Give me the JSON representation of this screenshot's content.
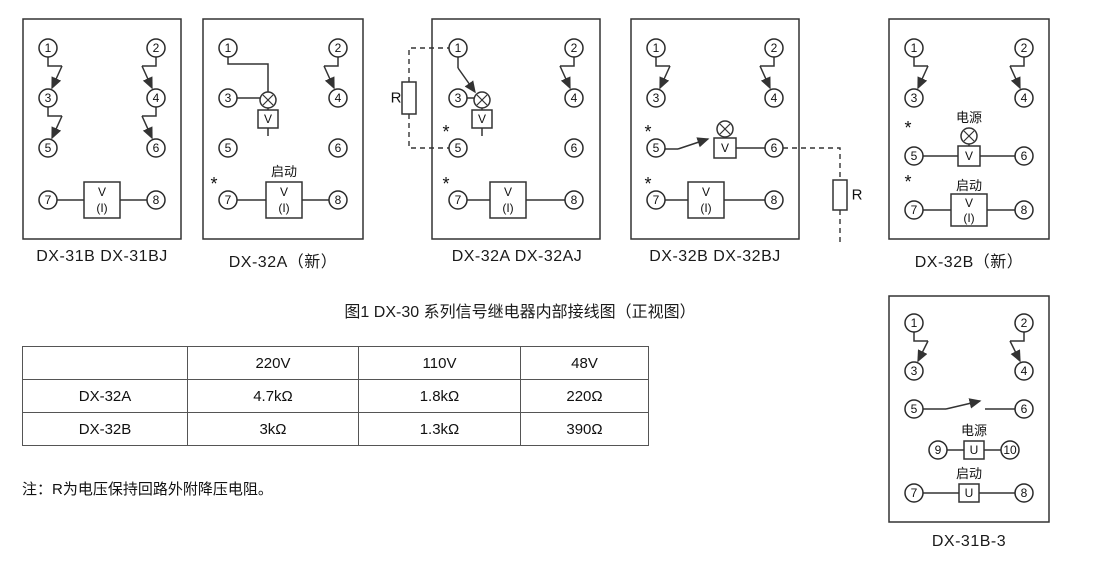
{
  "figure": {
    "caption": "图1 DX-30 系列信号继电器内部接线图（正视图）",
    "note": "注：R为电压保持回路外附降压电阻。"
  },
  "symbols": {
    "v": "V",
    "i": "(I)",
    "u": "U",
    "r": "R",
    "star": "*",
    "start": "启动",
    "power": "电源"
  },
  "diagrams": {
    "d1": {
      "label": "DX-31B DX-31BJ",
      "terminals": [
        "1",
        "2",
        "3",
        "4",
        "5",
        "6",
        "7",
        "8"
      ]
    },
    "d2": {
      "label": "DX-32A（新）",
      "terminals": [
        "1",
        "2",
        "3",
        "4",
        "5",
        "6",
        "7",
        "8"
      ]
    },
    "d3": {
      "label": "DX-32A DX-32AJ",
      "terminals": [
        "1",
        "2",
        "3",
        "4",
        "5",
        "6",
        "7",
        "8"
      ]
    },
    "d4": {
      "label": "DX-32B DX-32BJ",
      "terminals": [
        "1",
        "2",
        "3",
        "4",
        "5",
        "6",
        "7",
        "8"
      ]
    },
    "d5": {
      "label": "DX-32B（新）",
      "terminals": [
        "1",
        "2",
        "3",
        "4",
        "5",
        "6",
        "7",
        "8"
      ]
    },
    "d6": {
      "label": "DX-31B-3",
      "terminals": [
        "1",
        "2",
        "3",
        "4",
        "5",
        "6",
        "7",
        "8",
        "9",
        "10"
      ]
    }
  },
  "table": {
    "col_headers": [
      "220V",
      "110V",
      "48V"
    ],
    "rows": [
      {
        "name": "DX-32A",
        "values": [
          "4.7kΩ",
          "1.8kΩ",
          "220Ω"
        ]
      },
      {
        "name": "DX-32B",
        "values": [
          "3kΩ",
          "1.3kΩ",
          "390Ω"
        ]
      }
    ]
  }
}
